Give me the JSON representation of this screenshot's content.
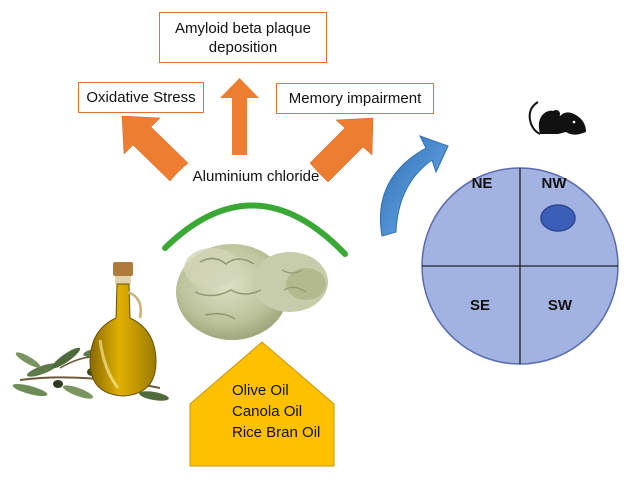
{
  "diagram": {
    "center_label": "Aluminium chloride",
    "effects": [
      {
        "label": "Amyloid beta plaque deposition"
      },
      {
        "label": "Oxidative Stress"
      },
      {
        "label": "Memory impairment"
      }
    ],
    "oils": [
      "Olive Oil",
      "Canola Oil",
      "Rice Bran Oil"
    ],
    "maze_quadrants": {
      "ne": "NE",
      "nw": "NW",
      "se": "SE",
      "sw": "SW"
    },
    "icons": [
      "brain-image",
      "olive-oil-bottle-image",
      "rat-icon",
      "curved-arrow-icon",
      "platform-marker"
    ]
  },
  "colors": {
    "box_border": "#e2703a",
    "arrow": "#ed7d31",
    "arc": "#3aa835",
    "maze_fill": "#a3b3e1",
    "maze_border": "#5a6bb0",
    "platform": "#3b5fb8",
    "house": "#ffc000",
    "curved_arrow": "#4a90d9"
  }
}
